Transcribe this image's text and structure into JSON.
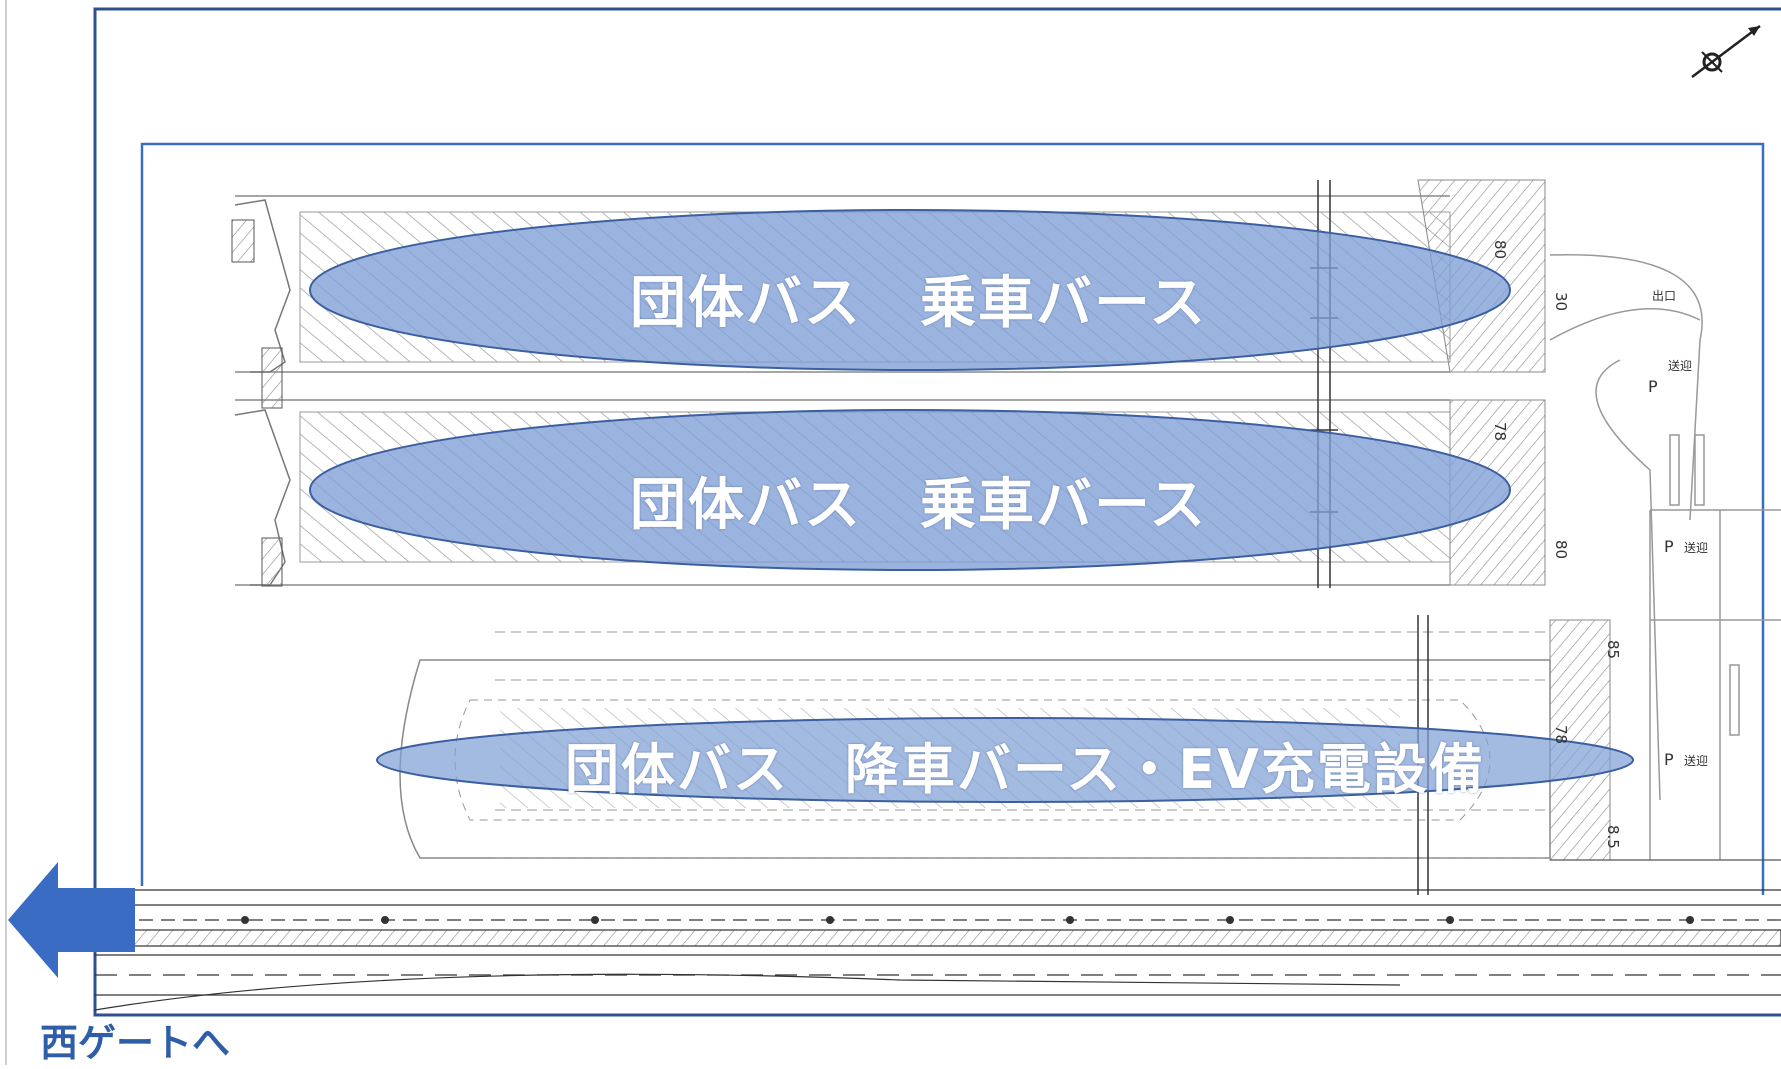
{
  "zones": [
    {
      "label": "団体バス　乗車バース"
    },
    {
      "label": "団体バス　乗車バース"
    },
    {
      "label": "団体バス　降車バース・EV充電設備"
    }
  ],
  "parking_counts": [
    "80",
    "78",
    "80",
    "85",
    "78",
    "8.5",
    "30"
  ],
  "drawing_marks": [
    "P",
    "送迎",
    "出口"
  ],
  "exit_label": "西ゲートへ",
  "colors": {
    "frame": "#2f4f8f",
    "zone_fill": "#7f9fd6",
    "arrow": "#3b6cc4",
    "exit_text": "#2e5ea8"
  }
}
